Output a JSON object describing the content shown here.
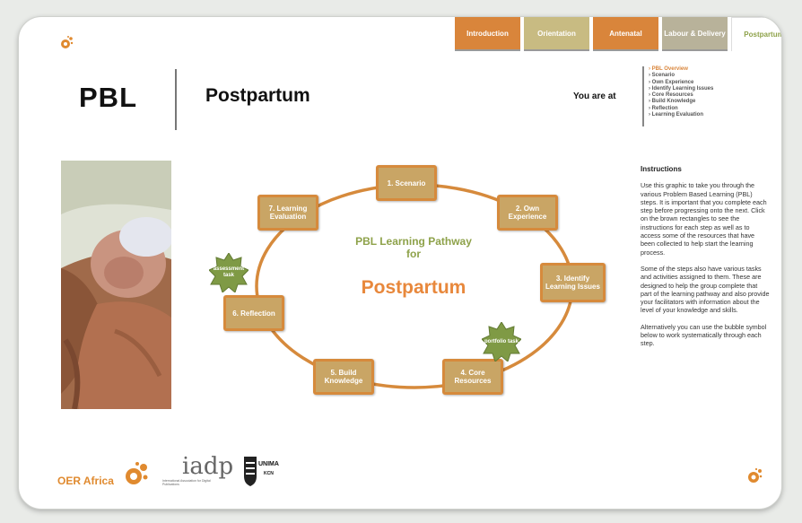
{
  "tabs": [
    {
      "label": "Introduction"
    },
    {
      "label": "Orientation"
    },
    {
      "label": "Antenatal"
    },
    {
      "label": "Labour & Delivery"
    },
    {
      "label": "Postpartum"
    }
  ],
  "header": {
    "title": "PBL",
    "subtitle": "Postpartum",
    "you_are_at": "You are at"
  },
  "nav_items": [
    "› PBL Overview",
    "› Scenario",
    "› Own Experience",
    "› Identify Learning Issues",
    "› Core Resources",
    "› Build Knowledge",
    "› Reflection",
    "› Learning Evaluation"
  ],
  "diagram": {
    "center_title": "PBL Learning Pathway for",
    "center_big": "Postpartum",
    "steps": [
      {
        "label": "1. Scenario"
      },
      {
        "label": "2. Own Experience"
      },
      {
        "label": "3. Identify Learning Issues"
      },
      {
        "label": "4. Core Resources"
      },
      {
        "label": "5. Build Knowledge"
      },
      {
        "label": "6. Reflection"
      },
      {
        "label": "7. Learning Evaluation"
      }
    ],
    "badges": {
      "assessment": "assessment task",
      "portfolio": "portfolio task"
    }
  },
  "instructions": {
    "heading": "Instructions",
    "p1": "Use this graphic to take you through the various Problem Based Learning (PBL) steps. It is important that you complete each step before progressing onto the next. Click on the brown rectangles to see the instructions for each step as well as to access some of the resources that have been collected to help start the learning process.",
    "p2": "Some of the steps also have various tasks and activities assigned to them. These are designed to help the group complete that part of the learning pathway and also provide your facilitators with information about the level of your knowledge and skills.",
    "p3": "Alternatively you can use the bubble symbol below to work systematically through each step."
  },
  "footer": {
    "oer": "OER Africa",
    "iadp": "iadp",
    "iadp_small": "International Association for Digital Publications",
    "unima": "UNIMA",
    "unima_sub": "KCN"
  },
  "colors": {
    "orange": "#d9853b",
    "tan": "#c9a565",
    "green": "#8ea24a",
    "accent_text": "#e8883c"
  }
}
